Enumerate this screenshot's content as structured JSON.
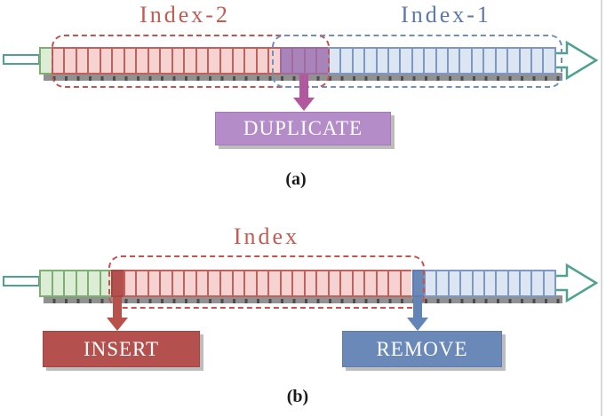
{
  "figure": {
    "outline_color": "#4fa28e",
    "shadow_color": "#bdbdbd",
    "strip": {
      "base": "#919191",
      "tick": "#4c4c4c"
    },
    "panel_a": {
      "caption": "(a)",
      "index2_label": {
        "text": "Index-2",
        "color": "#c65a52"
      },
      "index1_label": {
        "text": "Index-1",
        "color": "#5b79ab"
      },
      "dashed_index2_color": "#c5524e",
      "dashed_index1_color": "#6f8fc0",
      "segments": [
        {
          "name": "start",
          "count": 1,
          "fill": "#dcedd5",
          "stroke": "#7fae71"
        },
        {
          "name": "index2-region",
          "count": 19,
          "fill": "#f6d3d0",
          "stroke": "#c2605b"
        },
        {
          "name": "duplicate-region",
          "count": 4,
          "fill": "#a884ba",
          "stroke": "#a06b9f"
        },
        {
          "name": "index1-region",
          "count": 19,
          "fill": "#dce5f2",
          "stroke": "#7e98c5"
        }
      ],
      "arrow_color": "#b1589e",
      "action": {
        "label": "DUPLICATE",
        "fill": "#b48cc8",
        "border": "#a578b8",
        "text_color": "#ffffff"
      }
    },
    "panel_b": {
      "caption": "(b)",
      "index_label": {
        "text": "Index",
        "color": "#c65a52"
      },
      "dashed_index_color": "#c5524e",
      "segments": [
        {
          "name": "start",
          "count": 6,
          "fill": "#dcedd5",
          "stroke": "#7fae71"
        },
        {
          "name": "insert-position",
          "count": 1,
          "fill": "#b4514f",
          "stroke": "#a34744"
        },
        {
          "name": "index-region",
          "count": 24,
          "fill": "#f6d3d0",
          "stroke": "#c2605b"
        },
        {
          "name": "remove-position",
          "count": 1,
          "fill": "#6b89b8",
          "stroke": "#5f7dac"
        },
        {
          "name": "end",
          "count": 11,
          "fill": "#dce5f2",
          "stroke": "#7e98c5"
        }
      ],
      "insert_arrow_color": "#b8504c",
      "remove_arrow_color": "#6384b6",
      "insert_action": {
        "label": "INSERT",
        "fill": "#b4514f",
        "border": "#a34643",
        "text_color": "#ffffff"
      },
      "remove_action": {
        "label": "REMOVE",
        "fill": "#6b89b8",
        "border": "#5f7dac",
        "text_color": "#ffffff"
      }
    }
  }
}
